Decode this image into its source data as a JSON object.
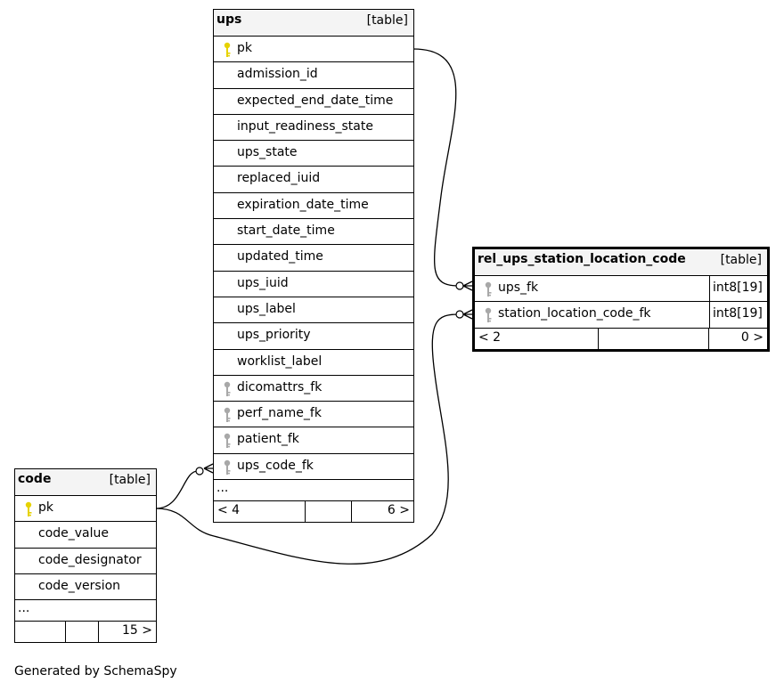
{
  "colors": {
    "primary_key": "#e6d200",
    "foreign_key": "#a8a8a8",
    "header_bg": "#f4f4f4"
  },
  "tables": {
    "ups": {
      "name": "ups",
      "kind": "[table]",
      "rows": [
        {
          "label": "pk",
          "icon": "primary-key-icon"
        },
        {
          "label": "admission_id"
        },
        {
          "label": "expected_end_date_time"
        },
        {
          "label": "input_readiness_state"
        },
        {
          "label": "ups_state"
        },
        {
          "label": "replaced_iuid"
        },
        {
          "label": "expiration_date_time"
        },
        {
          "label": "start_date_time"
        },
        {
          "label": "updated_time"
        },
        {
          "label": "ups_iuid"
        },
        {
          "label": "ups_label"
        },
        {
          "label": "ups_priority"
        },
        {
          "label": "worklist_label"
        },
        {
          "label": "dicomattrs_fk",
          "icon": "foreign-key-icon"
        },
        {
          "label": "perf_name_fk",
          "icon": "foreign-key-icon"
        },
        {
          "label": "patient_fk",
          "icon": "foreign-key-icon"
        },
        {
          "label": "ups_code_fk",
          "icon": "foreign-key-icon"
        }
      ],
      "ellipsis": "...",
      "footer": {
        "left": "< 4",
        "right": "6 >"
      }
    },
    "code": {
      "name": "code",
      "kind": "[table]",
      "rows": [
        {
          "label": "pk",
          "icon": "primary-key-icon"
        },
        {
          "label": "code_value"
        },
        {
          "label": "code_designator"
        },
        {
          "label": "code_version"
        }
      ],
      "ellipsis": "...",
      "footer": {
        "left": "",
        "right": "15 >"
      }
    },
    "rel": {
      "name": "rel_ups_station_location_code",
      "kind": "[table]",
      "rows": [
        {
          "label": "ups_fk",
          "icon": "foreign-key-icon",
          "type": "int8[19]"
        },
        {
          "label": "station_location_code_fk",
          "icon": "foreign-key-icon",
          "type": "int8[19]"
        }
      ],
      "footer": {
        "left": "< 2",
        "right": "0 >"
      }
    }
  },
  "footer_note": "Generated by SchemaSpy"
}
